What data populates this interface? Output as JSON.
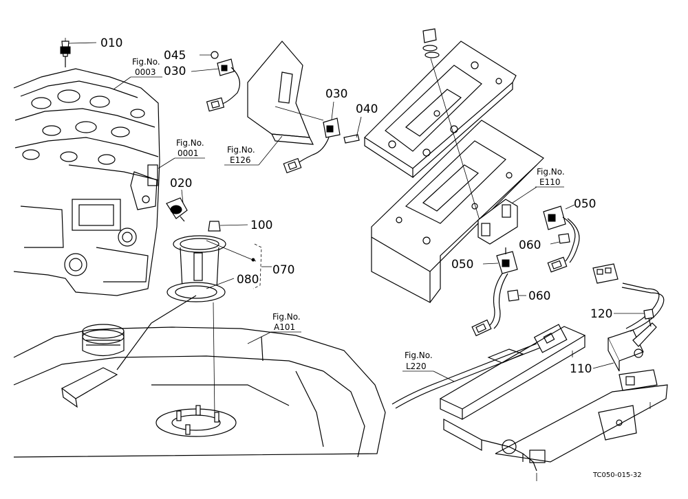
{
  "diagram": {
    "part_numbers": [
      "010",
      "045",
      "030",
      "030",
      "040",
      "020",
      "100",
      "070",
      "080",
      "050",
      "060",
      "050",
      "060",
      "120",
      "110"
    ],
    "figure_refs": [
      {
        "label": "Fig.No.",
        "number": "0003"
      },
      {
        "label": "Fig.No.",
        "number": "0001"
      },
      {
        "label": "Fig.No.",
        "number": "E126"
      },
      {
        "label": "Fig.No.",
        "number": "E110"
      },
      {
        "label": "Fig.No.",
        "number": "A101"
      },
      {
        "label": "Fig.No.",
        "number": "L220"
      }
    ],
    "drawing_code": "TC050-015-32"
  }
}
